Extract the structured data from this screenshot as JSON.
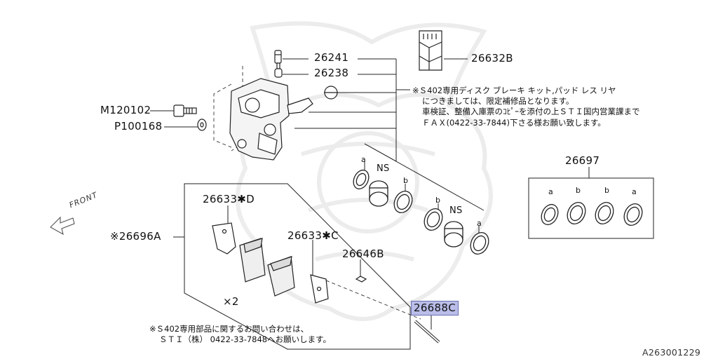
{
  "parts": {
    "p26241": "26241",
    "p26238": "26238",
    "p26632B": "26632B",
    "pM120102": "M120102",
    "pP100168": "P100168",
    "p26697": "26697",
    "p26633D": "26633✱D",
    "p26633C": "26633✱C",
    "p26646B": "26646B",
    "p26696A": "※26696A",
    "p26688C": "26688C"
  },
  "seal_labels": {
    "a1": "a",
    "ns1": "NS",
    "b1": "b",
    "b2": "b",
    "ns2": "NS",
    "a2": "a",
    "k_a1": "a",
    "k_b1": "b",
    "k_b2": "b",
    "k_a2": "a"
  },
  "quantity": "×2",
  "front_label": "FRONT",
  "note_right": [
    "※Ｓ402専用ディスク ブレーキ キット,パッド レス リヤ",
    "につきましては、限定補修品となります。",
    "車検証、整備入庫票のｺﾋﾟｰを添付の上ＳＴＩ国内営業課まで",
    "ＦＡＸ(0422-33-7844)下さる様お願い致します。"
  ],
  "note_bottom": [
    "※Ｓ402専用部品に関するお問い合わせは、",
    "ＳＴＩ（株） 0422-33-7848へお願いします。"
  ],
  "diagram_id": "A263001229",
  "colors": {
    "line": "#222222",
    "highlight": "#b9bde8",
    "watermark": "#e6e6e6"
  }
}
